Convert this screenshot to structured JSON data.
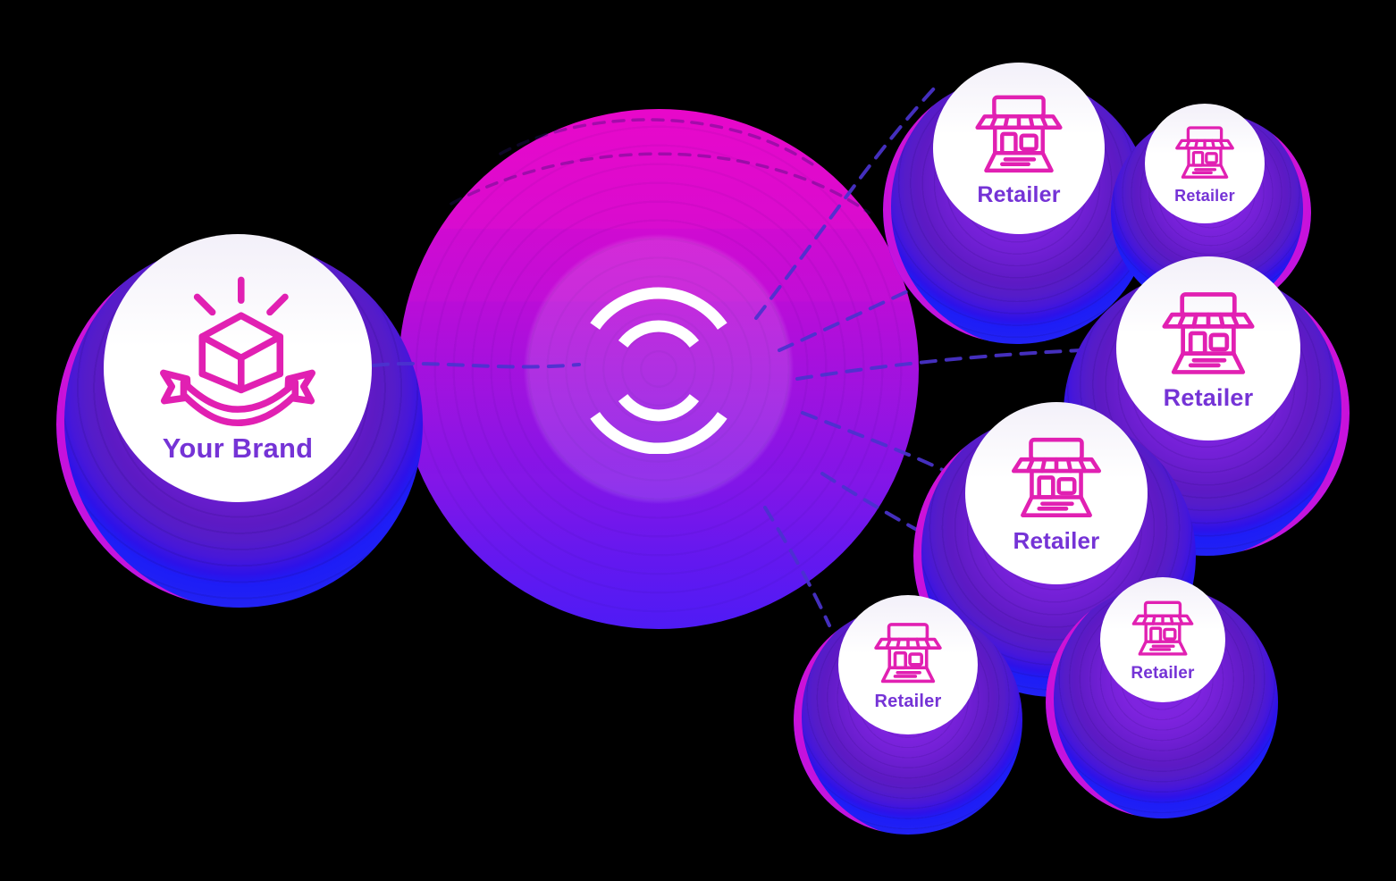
{
  "diagram": {
    "title": "brand-to-retailers channel diagram",
    "background_color": "#000000",
    "hub": {
      "name": "channel-hub",
      "logo": "dual-arc-logo",
      "gradient_top": "#E808CA",
      "gradient_bottom": "#4F1CF5",
      "logo_color": "#FFFFFF"
    },
    "brand": {
      "label": "Your Brand",
      "icon": "product-box-ribbon-icon",
      "icon_color": "#E120B2",
      "label_color": "#7533D6"
    },
    "retailers": [
      {
        "label": "Retailer",
        "position": "top",
        "size": "large"
      },
      {
        "label": "Retailer",
        "position": "top-right",
        "size": "small"
      },
      {
        "label": "Retailer",
        "position": "right",
        "size": "large"
      },
      {
        "label": "Retailer",
        "position": "middle",
        "size": "large"
      },
      {
        "label": "Retailer",
        "position": "bottom-left",
        "size": "medium"
      },
      {
        "label": "Retailer",
        "position": "bottom-right",
        "size": "small"
      }
    ],
    "connectors": {
      "style": "dashed",
      "color": "#4A33CE"
    },
    "palette": {
      "ring_blue": "#1D1DF6",
      "ring_purple": "#7D23DE",
      "magenta_crescent": "#EE12D8",
      "icon_pink": "#E120B2",
      "label_purple": "#7533D6"
    }
  }
}
